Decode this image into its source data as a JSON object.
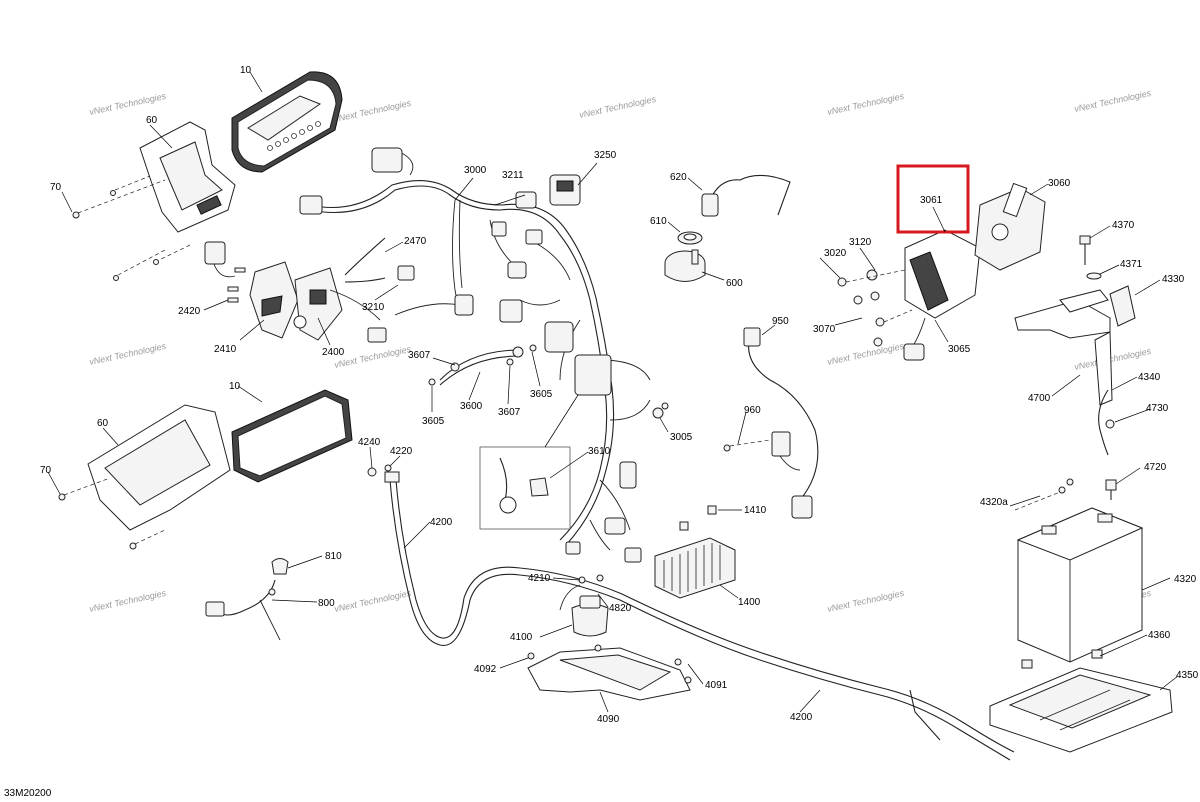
{
  "document_ref": "33M20200",
  "watermark": {
    "brand": "vNext Technologies"
  },
  "highlight_color": "#d7191f",
  "callouts": {
    "c10a": "10",
    "c60a": "60",
    "c70a": "70",
    "c2420": "2420",
    "c2410": "2410",
    "c2400": "2400",
    "c2470": "2470",
    "c3210": "3210",
    "c3000": "3000",
    "c3211": "3211",
    "c3250": "3250",
    "c620": "620",
    "c610": "610",
    "c600": "600",
    "c3061": "3061",
    "c3060": "3060",
    "c4370": "4370",
    "c3120": "3120",
    "c3020": "3020",
    "c4371": "4371",
    "c4330": "4330",
    "c3070": "3070",
    "c3065": "3065",
    "c950": "950",
    "c4700": "4700",
    "c4340": "4340",
    "c4730": "4730",
    "c3607a": "3607",
    "c3600": "3600",
    "c3607b": "3607",
    "c3605a": "3605",
    "c3605b": "3605",
    "c3005": "3005",
    "c960": "960",
    "c10b": "10",
    "c60b": "60",
    "c70b": "70",
    "c4240": "4240",
    "c4220": "4220",
    "c3610": "3610",
    "c4720": "4720",
    "c4320a": "4320a",
    "c4200a": "4200",
    "c1410": "1410",
    "c810": "810",
    "c800": "800",
    "c4210": "4210",
    "c4820": "4820",
    "c1400": "1400",
    "c4100": "4100",
    "c4320": "4320",
    "c4360": "4360",
    "c4092": "4092",
    "c4091": "4091",
    "c4350": "4350",
    "c4090": "4090",
    "c4200b": "4200"
  }
}
